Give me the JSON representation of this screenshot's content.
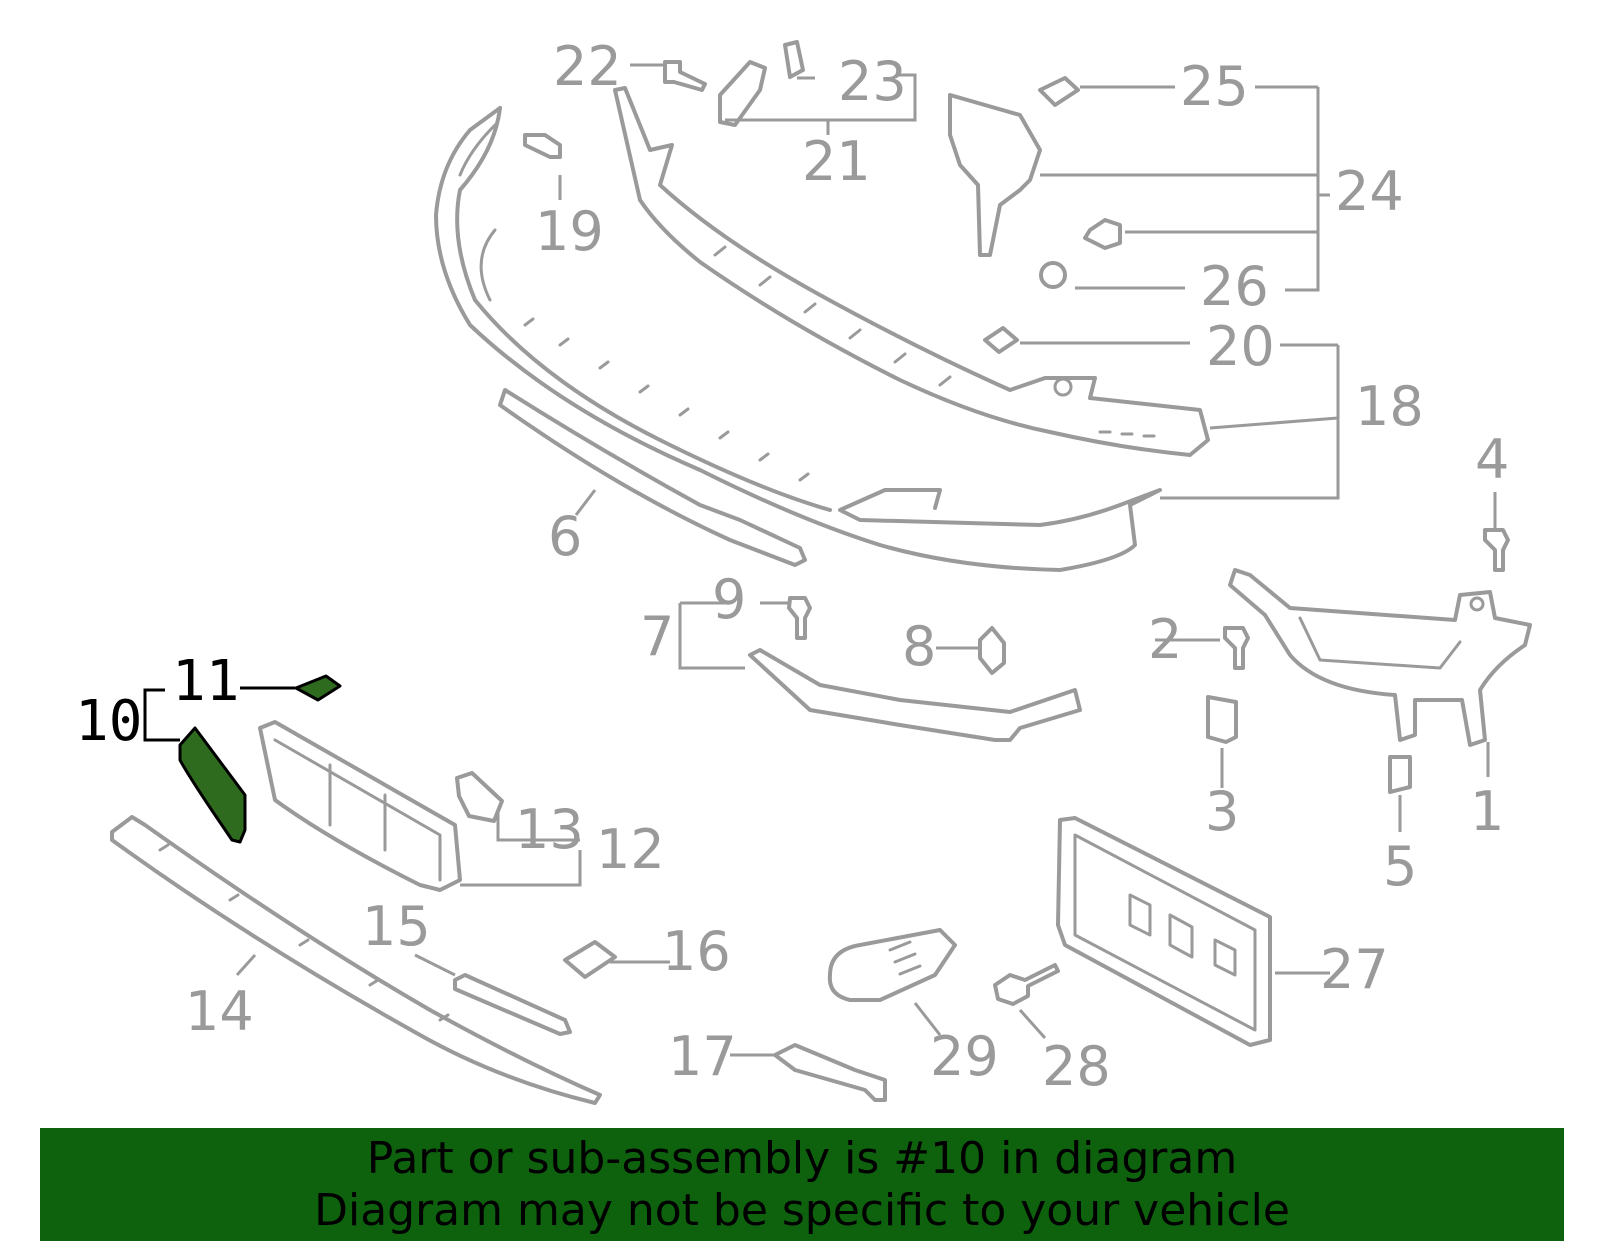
{
  "callouts": {
    "c1": "1",
    "c2": "2",
    "c3": "3",
    "c4": "4",
    "c5": "5",
    "c6": "6",
    "c7": "7",
    "c8": "8",
    "c9": "9",
    "c10": "10",
    "c11": "11",
    "c12": "12",
    "c13": "13",
    "c14": "14",
    "c15": "15",
    "c16": "16",
    "c17": "17",
    "c18": "18",
    "c19": "19",
    "c20": "20",
    "c21": "21",
    "c22": "22",
    "c23": "23",
    "c24": "24",
    "c25": "25",
    "c26": "26",
    "c27": "27",
    "c28": "28",
    "c29": "29"
  },
  "highlight": {
    "part_number": "10",
    "color": "#2e6b1e"
  },
  "banner": {
    "line1": "Part or sub-assembly is #10 in diagram",
    "line2": "Diagram may not be specific to your vehicle",
    "background": "#0e620e"
  }
}
